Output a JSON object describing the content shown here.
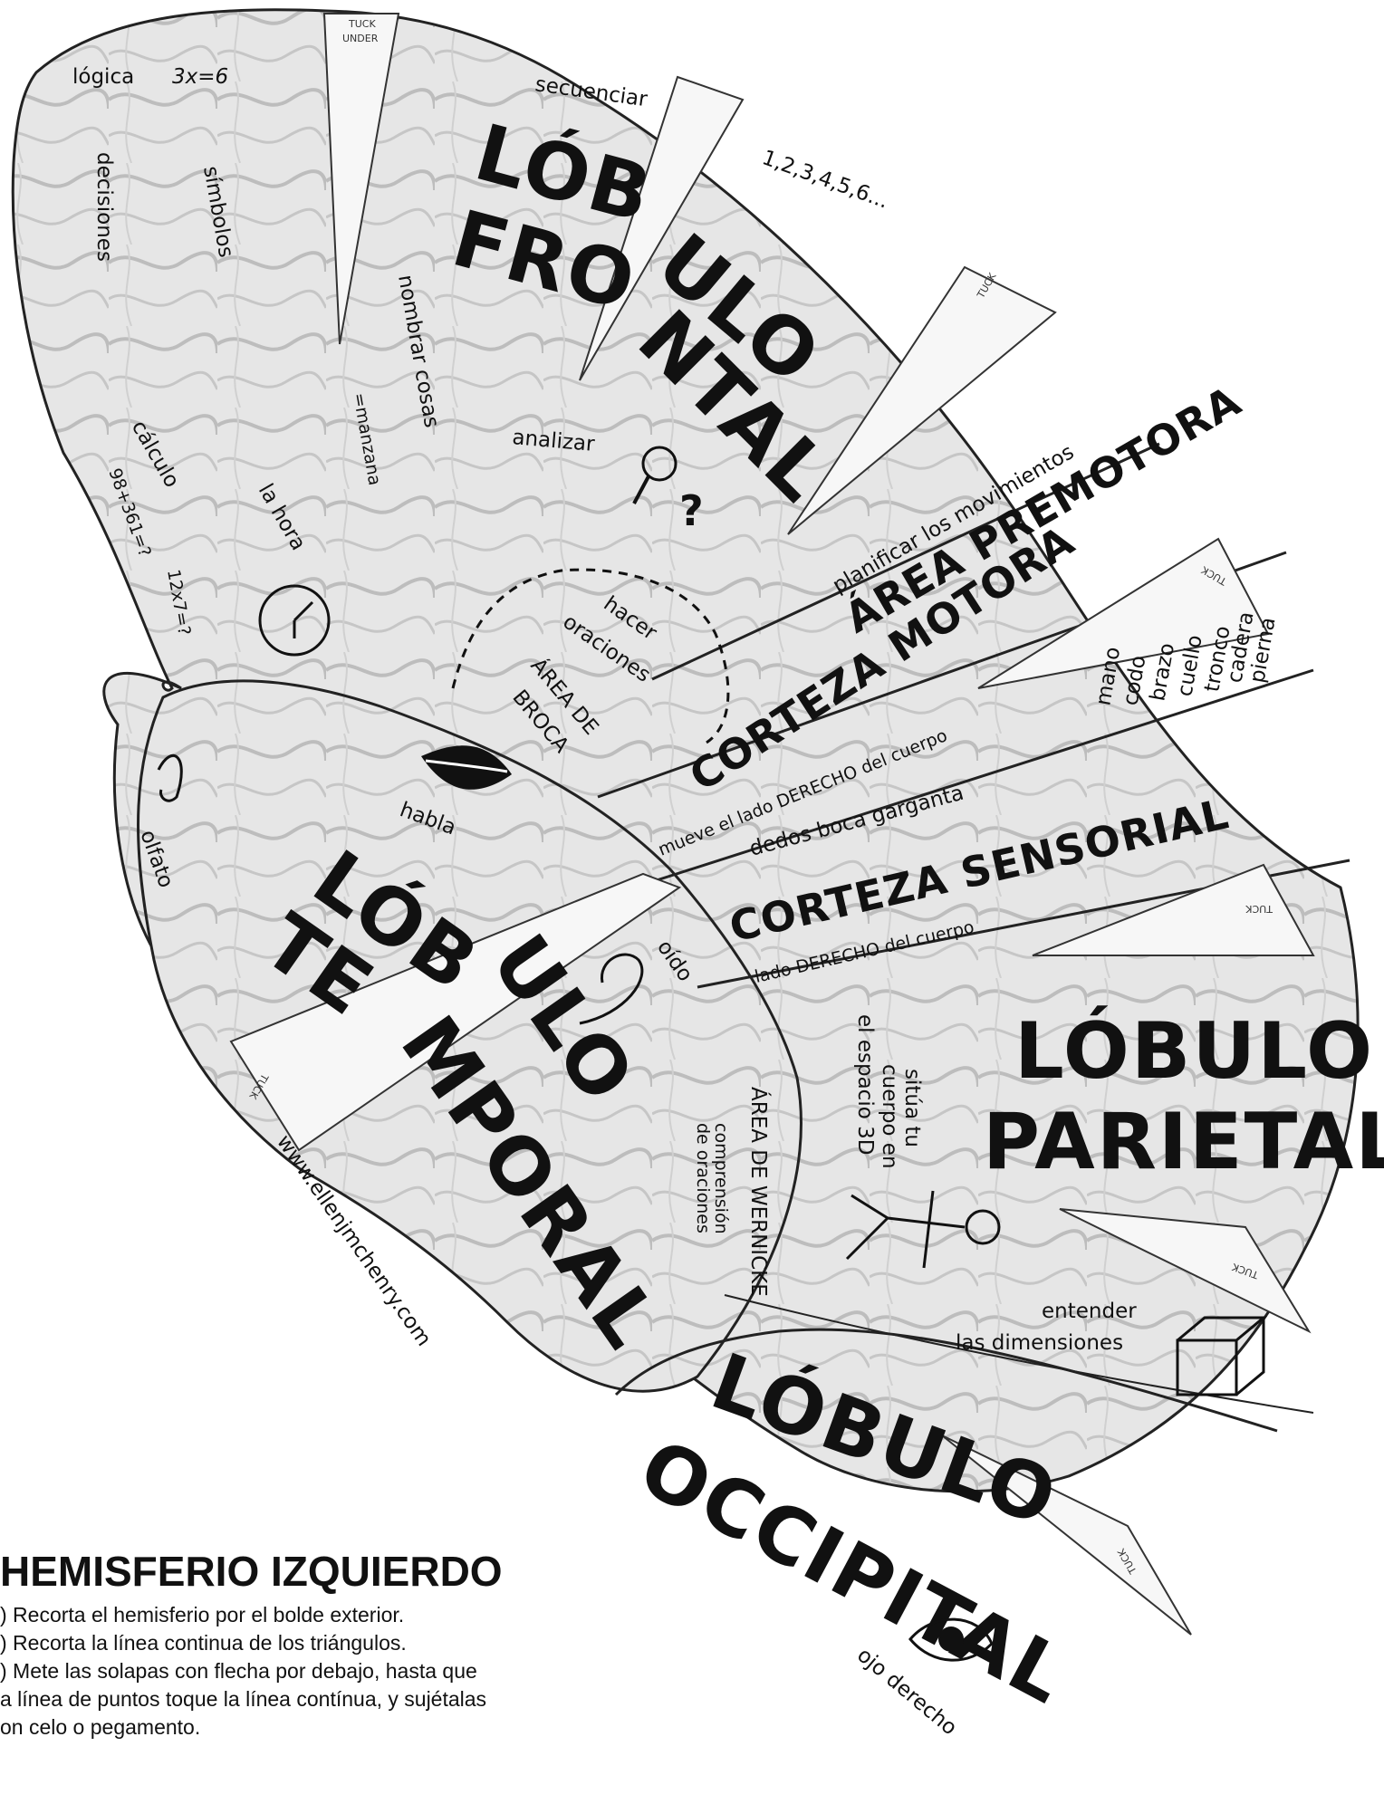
{
  "labels": {
    "logica": "lógica",
    "logica_eq": "3x=6",
    "decisiones": "decisiones",
    "simbolos": "símbolos",
    "nombrar_cosas": "nombrar cosas",
    "manzana": "=manzana",
    "calculo": "cálculo",
    "calc_a": "98+361=?",
    "calc_b": "12x7=?",
    "la_hora": "la hora",
    "secuenciar": "secuenciar",
    "numeros": "1,2,3,4,5,6...",
    "frontal_1": "LÓB",
    "frontal_2": "ULO",
    "frontal_3": "FRO",
    "frontal_4": "NTAL",
    "analizar": "analizar",
    "planificar": "planificar los movimientos",
    "premotora": "ÁREA PREMOTORA",
    "hacer_oraciones_1": "hacer",
    "hacer_oraciones_2": "oraciones",
    "broca_1": "ÁREA DE",
    "broca_2": "BROCA",
    "corteza_motora": "CORTEZA MOTORA",
    "mueve": "mueve el lado DERECHO del cuerpo",
    "body_parts": [
      "pierna",
      "cadera",
      "tronco",
      "cuello",
      "brazo",
      "codo",
      "mano"
    ],
    "dedos_boca": "dedos  boca  garganta",
    "corteza_sensorial": "CORTEZA SENSORIAL",
    "lado_derecho": "lado DERECHO del cuerpo",
    "habla": "habla",
    "olfato": "olfato",
    "oido": "oído",
    "temporal_1": "LÓB",
    "temporal_2": "TE",
    "temporal_3": "ULO",
    "temporal_4": "MPORAL",
    "wernicke_1": "ÁREA DE WERNICKE",
    "wernicke_2": "comprensión",
    "wernicke_3": "de oraciones",
    "situa_1": "sitúa tu",
    "situa_2": "cuerpo en",
    "situa_3": "el espacio 3D",
    "parietal_1": "LÓBULO",
    "parietal_2": "PARIETAL",
    "entender_1": "entender",
    "entender_2": "las dimensiones",
    "occipital_1": "LÓBULO",
    "occipital_2": "OCCIPITAL",
    "ojo_derecho": "ojo derecho",
    "website": "www.ellenjmchenry.com",
    "tuck_1": "TUCK",
    "tuck_2": "UNDER"
  },
  "instructions": {
    "title": "HEMISFERIO IZQUIERDO",
    "steps": [
      ") Recorta el hemisferio por el bolde exterior.",
      ") Recorta la línea continua de los triángulos.",
      ") Mete las solapas con flecha por debajo, hasta que",
      "a línea de puntos toque la línea contínua, y sujétalas",
      "on celo o pegamento."
    ]
  }
}
